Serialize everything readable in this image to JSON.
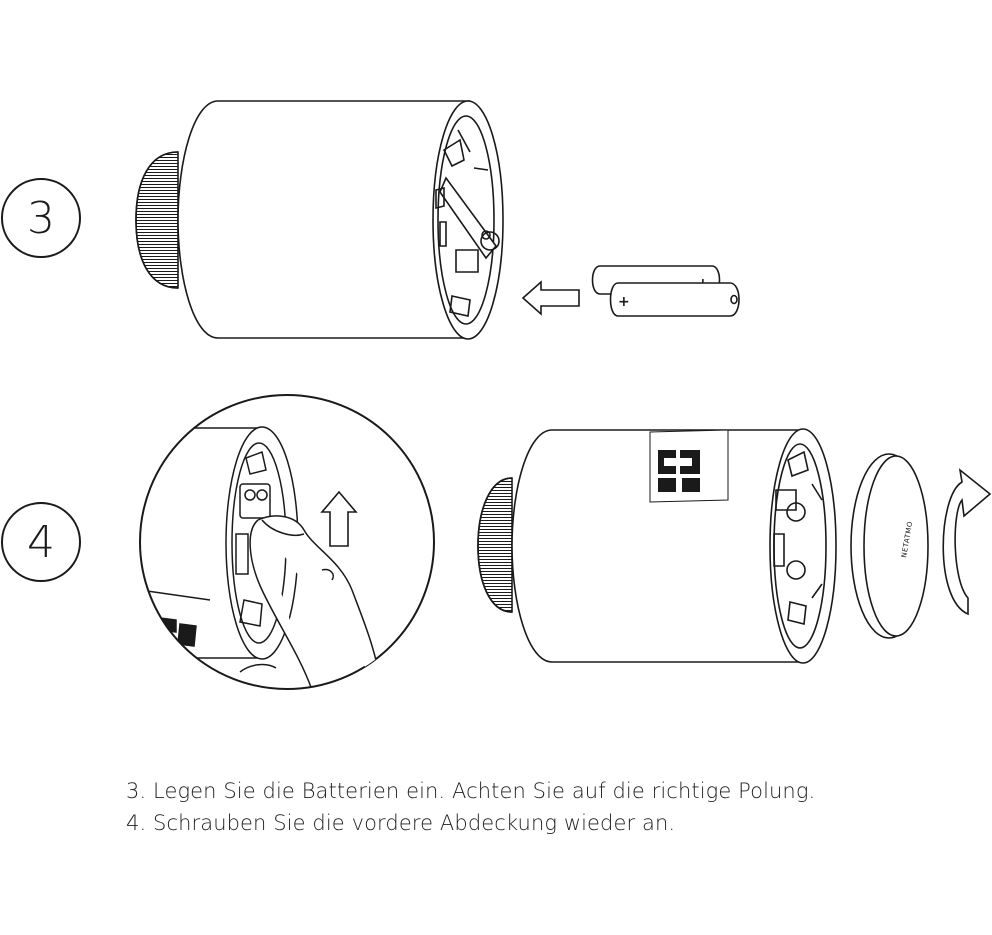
{
  "steps": [
    {
      "number": "3",
      "instruction": "3. Legen Sie die Batterien ein. Achten Sie auf die richtige Polung."
    },
    {
      "number": "4",
      "instruction": "4. Schrauben Sie die vordere Abdeckung wieder an."
    }
  ],
  "battery_polarity": {
    "plus": "+"
  },
  "cover_brand": "NETATMO",
  "colors": {
    "line": "#1a1a1a",
    "background": "#ffffff"
  }
}
